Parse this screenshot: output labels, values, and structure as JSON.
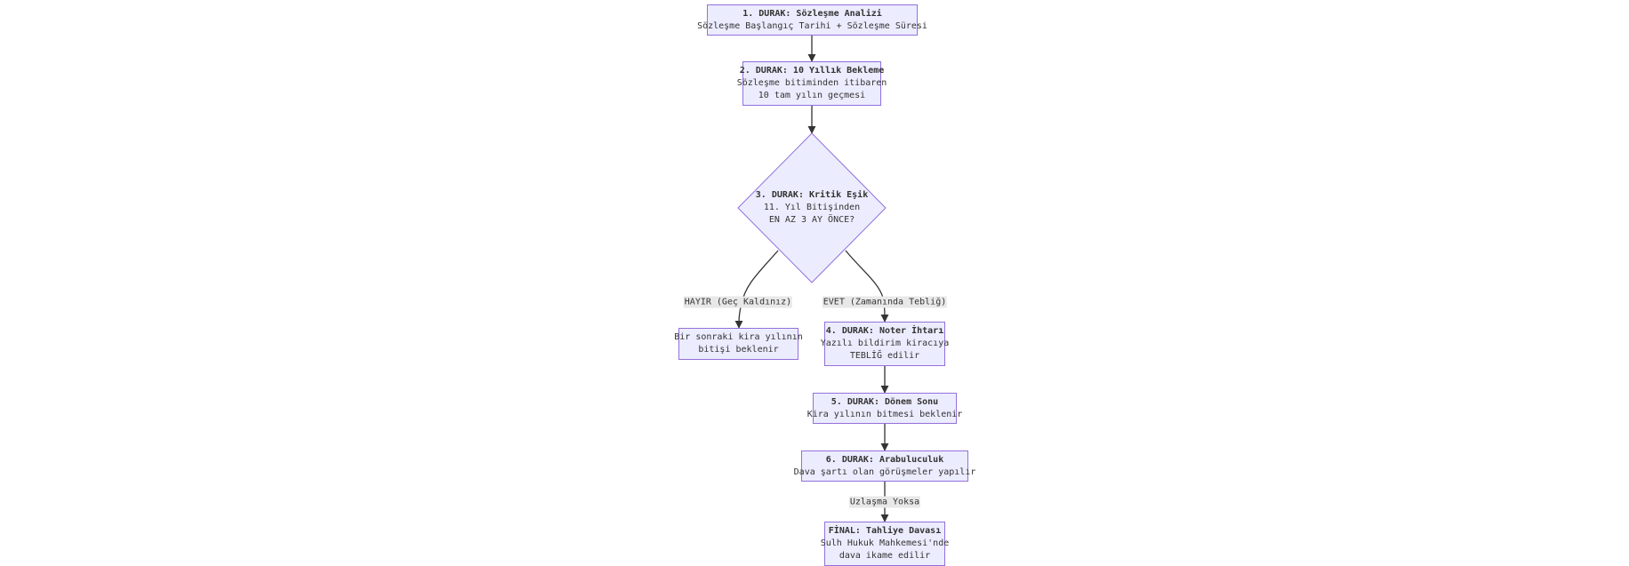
{
  "colors": {
    "node_fill": "#ececff",
    "node_stroke": "#9370db",
    "edge": "#333333",
    "edge_label_bg": "#e8e8e8"
  },
  "nodes": {
    "n1": {
      "title": "1. DURAK: Sözleşme Analizi",
      "lines": [
        "Sözleşme Başlangıç Tarihi + Sözleşme Süresi"
      ]
    },
    "n2": {
      "title": "2. DURAK: 10 Yıllık Bekleme",
      "lines": [
        "Sözleşme bitiminden itibaren",
        "10 tam yılın geçmesi"
      ]
    },
    "n3": {
      "title": "3. DURAK: Kritik Eşik",
      "lines": [
        "11. Yıl Bitişinden",
        "EN AZ 3 AY ÖNCE?"
      ]
    },
    "late": {
      "lines": [
        "Bir sonraki kira yılının",
        "bitişi beklenir"
      ]
    },
    "n4": {
      "title": "4. DURAK: Noter İhtarı",
      "lines": [
        "Yazılı bildirim kiracıya",
        "TEBLİĞ edilir"
      ]
    },
    "n5": {
      "title": "5. DURAK: Dönem Sonu",
      "lines": [
        "Kira yılının bitmesi beklenir"
      ]
    },
    "n6": {
      "title": "6. DURAK: Arabuluculuk",
      "lines": [
        "Dava şartı olan görüşmeler yapılır"
      ]
    },
    "final": {
      "title": "FİNAL: Tahliye Davası",
      "lines": [
        "Sulh Hukuk Mahkemesi'nde",
        "dava ikame edilir"
      ]
    }
  },
  "edge_labels": {
    "no": "HAYIR (Geç Kaldınız)",
    "yes": "EVET (Zamanında Tebliğ)",
    "no_settlement": "Uzlaşma Yoksa"
  }
}
